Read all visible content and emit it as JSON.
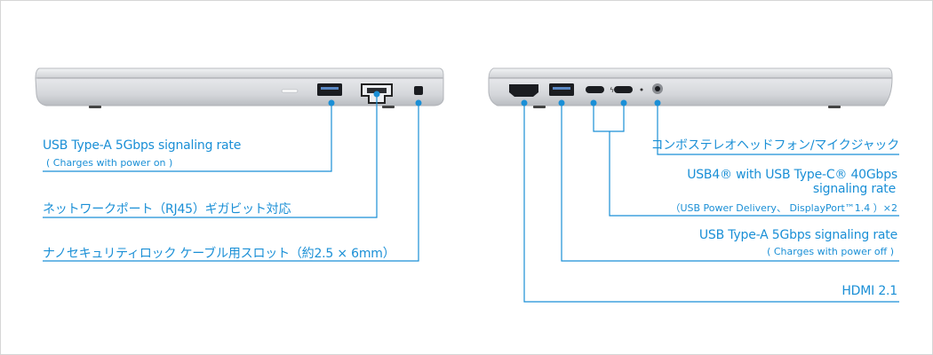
{
  "left_side": {
    "ports": [
      {
        "name": "USB Type-A 5Gbps signaling rate",
        "note": "( Charges with power on )"
      },
      {
        "name": "ネットワークポート（RJ45）ギガビット対応"
      },
      {
        "name": "ナノセキュリティロック ケーブル用スロット（約2.5 × 6mm）"
      }
    ]
  },
  "right_side": {
    "ports": [
      {
        "name": "コンボステレオヘッドフォン/マイクジャック"
      },
      {
        "name_line1": "USB4® with USB Type-C® 40Gbps",
        "name_line2": "signaling rate",
        "note": "（USB Power Delivery、 DisplayPort™1.4 ）×2"
      },
      {
        "name": "USB Type-A 5Gbps signaling rate",
        "note": "( Charges with power off )"
      },
      {
        "name": "HDMI 2.1"
      }
    ]
  },
  "colors": {
    "accent": "#1a8fd6",
    "line": "#1a8fd6",
    "body": "#d9dbde"
  }
}
